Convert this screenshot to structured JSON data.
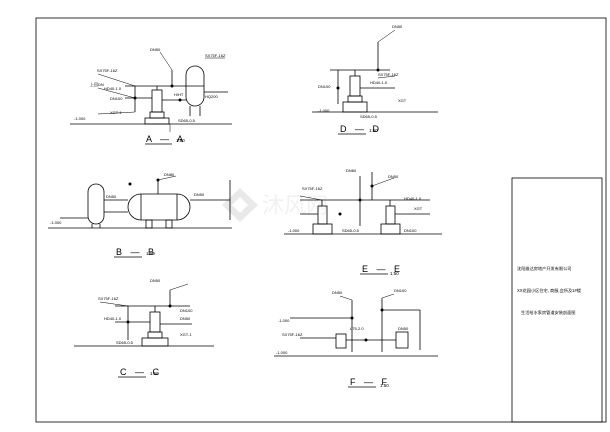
{
  "title_block": {
    "company": "沈阳维达房地产开发有限公司",
    "project": "XX花园小区住宅, 商服,会所及1#楼",
    "drawing": "生活给水泵房管道安装剖面图"
  },
  "sections": {
    "aa": {
      "label": "A — A",
      "scale": "1:50"
    },
    "bb": {
      "label": "B — B",
      "scale": "1:50"
    },
    "cc": {
      "label": "C — C",
      "scale": "1:50"
    },
    "dd": {
      "label": "D — D",
      "scale": "1:50"
    },
    "ee": {
      "label": "E — E",
      "scale": "1:50"
    },
    "ff": {
      "label": "F — F",
      "scale": "1:50"
    }
  },
  "annotations": {
    "a1": "DN50",
    "a2": "SX75F-16Z",
    "a3": "DN100",
    "a4": "上回DN",
    "a5": "HD40-1.0",
    "a6": "H/HT",
    "a7": "HQ200",
    "a8": "XGT-1",
    "a9": "SD65-0.5",
    "a10": "-1.000",
    "b1": "DN80",
    "b2": "DN50",
    "b3": "-1.000",
    "b4": "DN50",
    "c1": "DN50",
    "c2": "SX75F-16Z",
    "c3": "DN100",
    "c4": "HD40-1.0",
    "c5": "DN50",
    "c6": "XGT-1",
    "c7": "SD65-0.5",
    "d1": "DN50",
    "d2": "SX75F-16Z",
    "d3": "DN100",
    "d4": "HD40-1.0",
    "d5": "XGT",
    "d6": "-1.000",
    "d7": "SD65-0.5",
    "e1": "DN80",
    "e2": "SX75F-16Z",
    "e3": "DN50",
    "e4": "HD40-1.0",
    "e5": "XGT",
    "e6": "SD65-0.5",
    "e7": "-1.000",
    "e8": "DN100",
    "f1": "-1.000",
    "f2": "DN50",
    "f3": "SX75F-16Z",
    "f4": "L75-2.0",
    "f5": "DN100",
    "f6": "-1.000",
    "f7": "DN50"
  },
  "watermark": "沐风网"
}
